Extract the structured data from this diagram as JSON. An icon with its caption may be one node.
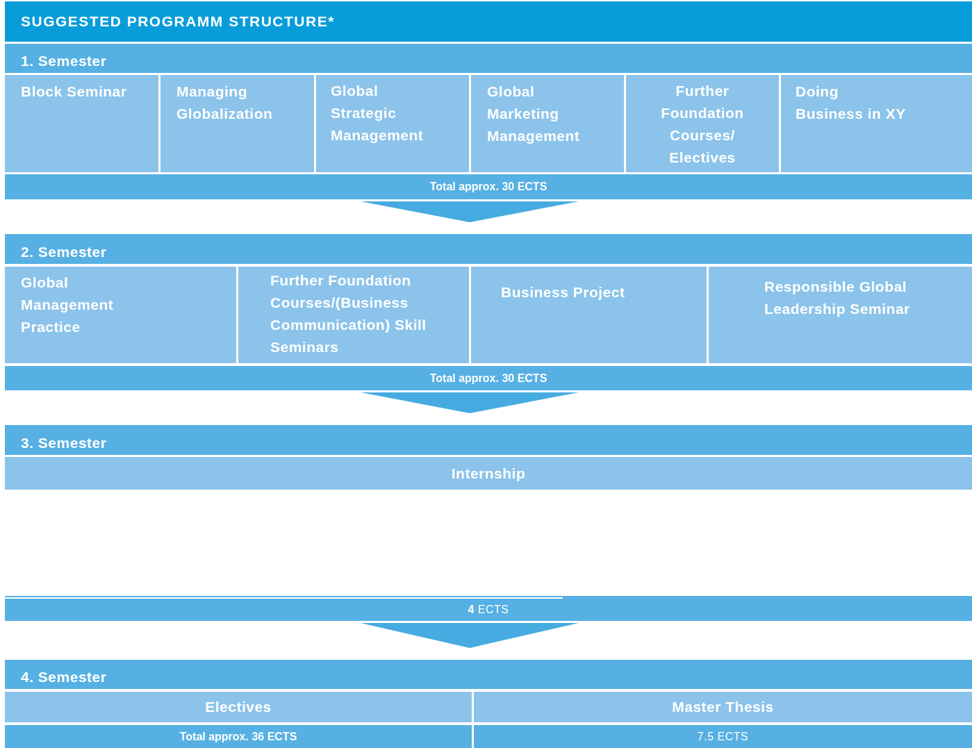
{
  "diagram": {
    "title": "SUGGESTED PROGRAMM STRUCTURE*",
    "nodes": [
      {
        "text": [
          "1. Semester"
        ]
      },
      {
        "text": [
          "Block Seminar"
        ]
      },
      {
        "text": [
          "Managing Globalization"
        ]
      },
      {
        "text": [
          "Global Strategic Management"
        ]
      },
      {
        "text": [
          "Global Marketing Management"
        ]
      },
      {
        "text": [
          "Further Foundation Courses/ Electives"
        ]
      },
      {
        "text": [
          "Doing Business in XY"
        ]
      },
      {
        "text": [
          "Total approx. 30 ECTS"
        ]
      },
      {
        "text": [
          "2. Semester"
        ]
      },
      {
        "text": [
          "Global Management Practice"
        ]
      },
      {
        "text": [
          "Further Foundation Courses/(Business Communication) Skill Seminars"
        ]
      },
      {
        "text": [
          "Business Project"
        ]
      },
      {
        "text": [
          "Responsible Global Leadership Seminar"
        ]
      },
      {
        "text": [
          "Total approx. 30 ECTS"
        ]
      },
      {
        "text": [
          "3. Semester"
        ]
      },
      {
        "text": [
          "Internship"
        ]
      },
      {
        "text": [
          "**4** ECTS"
        ]
      },
      {
        "text": [
          "4. Semester"
        ]
      },
      {
        "text": [
          "Electives"
        ]
      },
      {
        "text": [
          "Master Thesis"
        ]
      },
      {
        "text": [
          "Total approx. 36 ECTS"
        ]
      },
      {
        "text": [
          "7.5 ECTS"
        ]
      }
    ],
    "edges": [
      {
        "from": 7,
        "to": 8,
        "arrow": "to"
      },
      {
        "from": 13,
        "to": 14,
        "arrow": "to"
      },
      {
        "from": 16,
        "to": 17,
        "arrow": "to"
      }
    ]
  }
}
